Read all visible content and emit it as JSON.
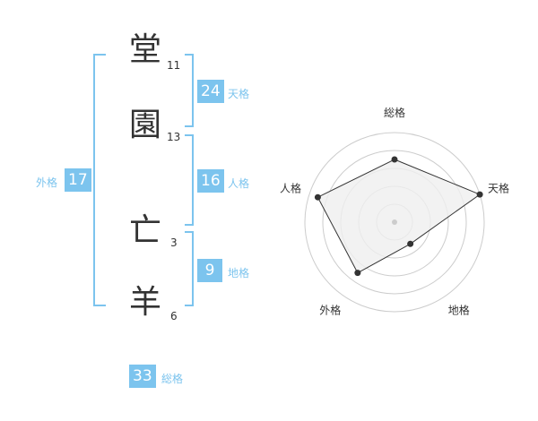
{
  "name": {
    "chars": [
      {
        "char": "堂",
        "strokes": "11"
      },
      {
        "char": "園",
        "strokes": "13"
      },
      {
        "char": "亡",
        "strokes": "3"
      },
      {
        "char": "羊",
        "strokes": "6"
      }
    ]
  },
  "kakusu": {
    "tenkaku": {
      "value": "24",
      "label": "天格"
    },
    "jinkaku": {
      "value": "16",
      "label": "人格"
    },
    "chikaku": {
      "value": "9",
      "label": "地格"
    },
    "gaikaku": {
      "value": "17",
      "label": "外格"
    },
    "soukaku": {
      "value": "33",
      "label": "総格"
    }
  },
  "chart_data": {
    "type": "radar",
    "axes": [
      "総格",
      "天格",
      "地格",
      "外格",
      "人格"
    ],
    "values": [
      3.5,
      5,
      1.5,
      3.5,
      4.5
    ],
    "max": 5,
    "rings": 5,
    "colors": {
      "fill": "#efefef",
      "line": "#333333",
      "ring": "#cccccc",
      "accent": "#7cc4ee"
    }
  }
}
